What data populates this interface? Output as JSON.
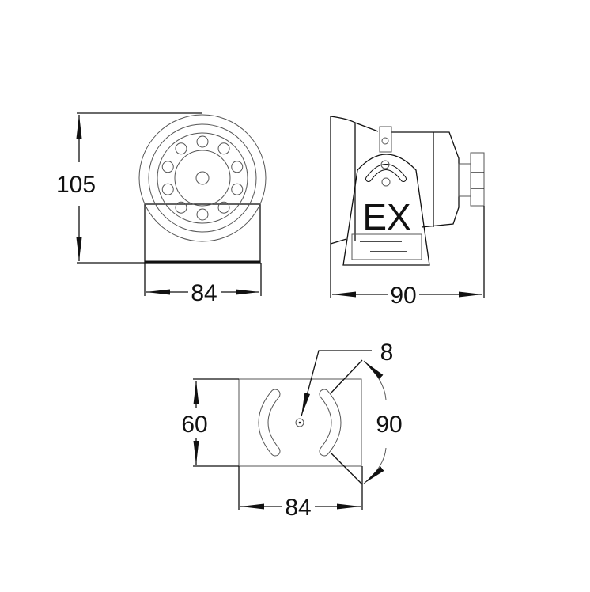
{
  "front_view": {
    "height_label": "105",
    "width_label": "84"
  },
  "side_view": {
    "depth_label": "90",
    "marking": "EX"
  },
  "bottom_view": {
    "height_label": "60",
    "width_label": "84",
    "hole_label": "8",
    "angle_label": "90"
  },
  "colors": {
    "line": "#111111",
    "thin_line": "#555555",
    "background": "#ffffff"
  }
}
